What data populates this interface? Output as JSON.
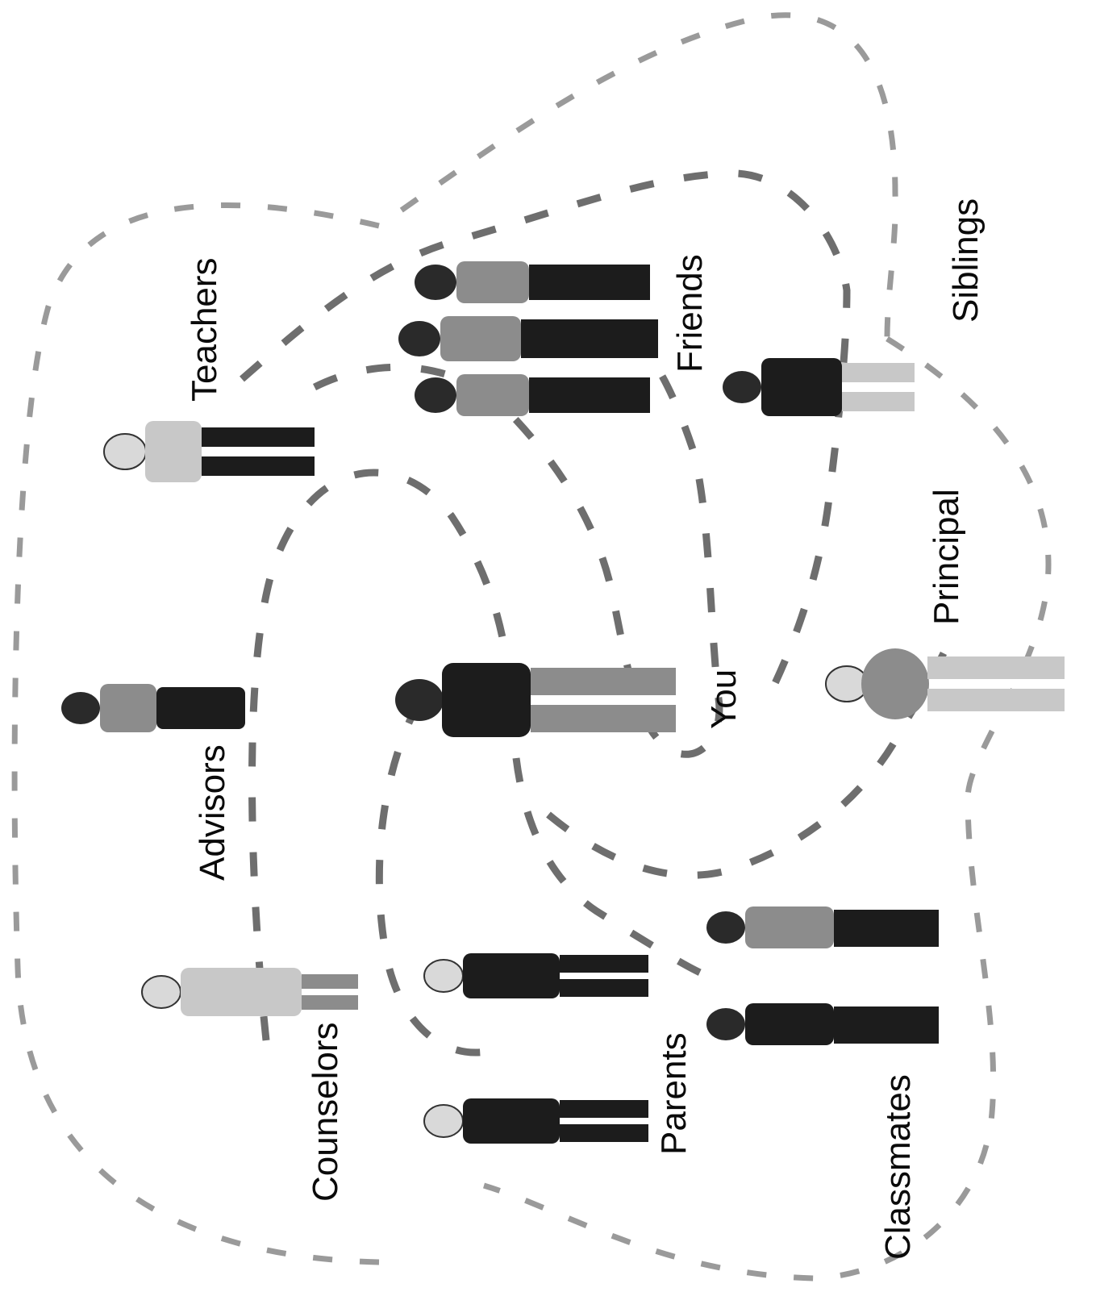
{
  "labels": {
    "you": "You",
    "parents": "Parents",
    "friends": "Friends",
    "teachers": "Teachers",
    "advisors": "Advisors",
    "counselors": "Counselors",
    "siblings": "Siblings",
    "principal": "Principal",
    "classmates": "Classmates"
  }
}
